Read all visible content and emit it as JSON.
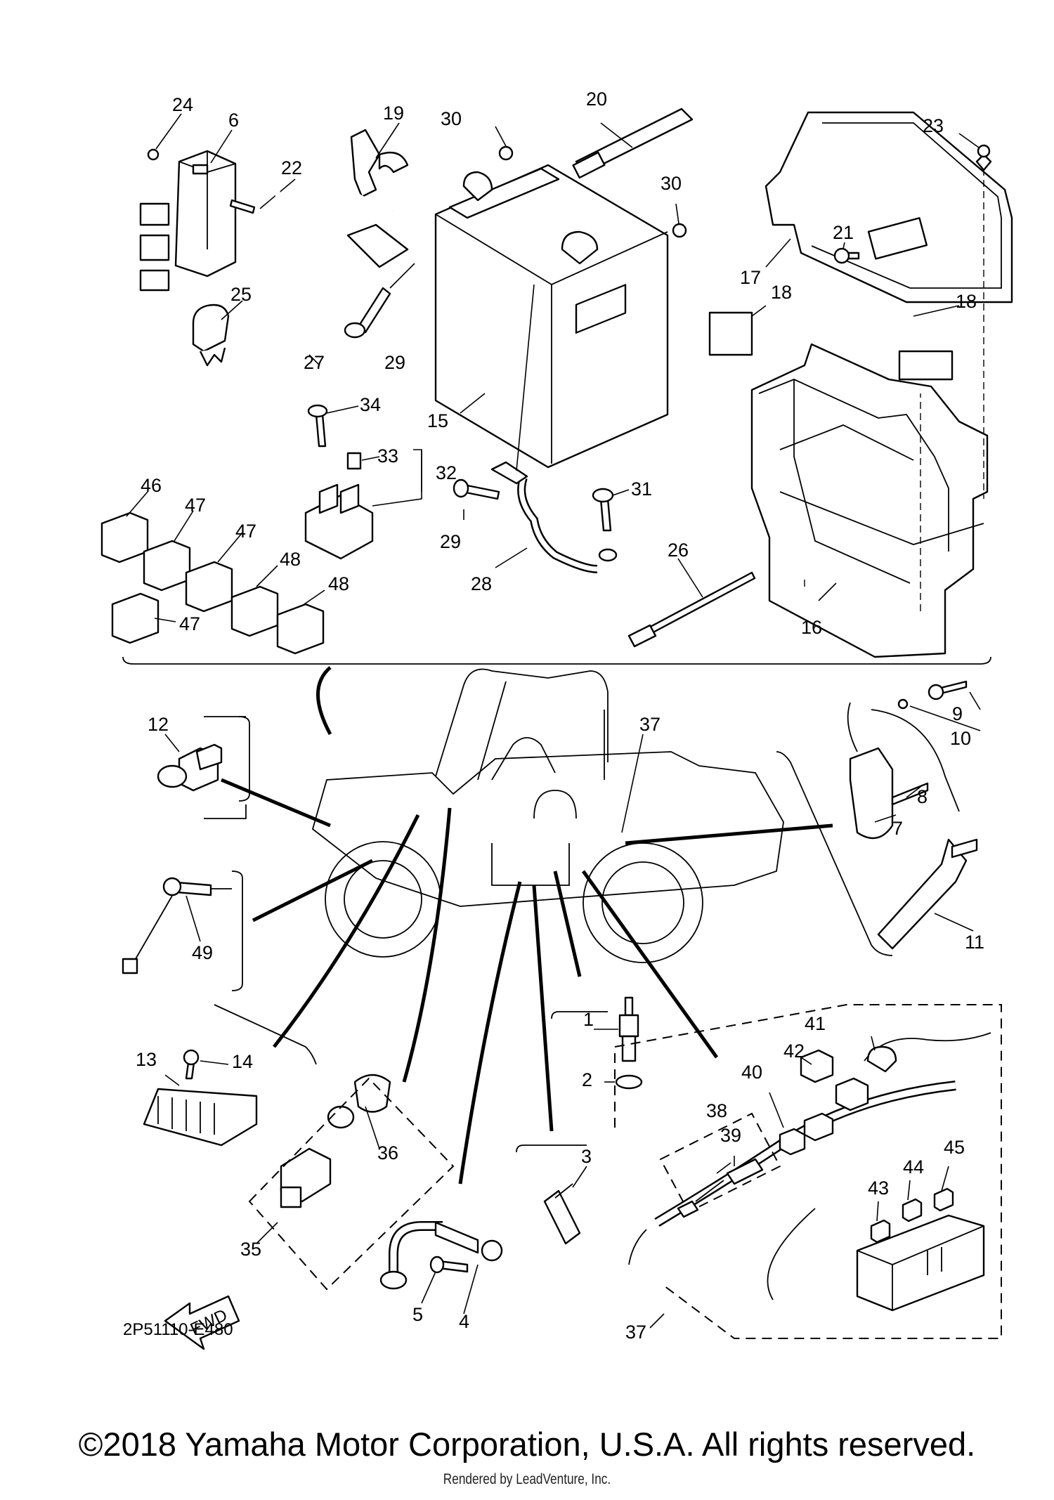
{
  "diagram": {
    "drawing_code": "2P51110-E480",
    "fwd_label": "FWD",
    "callouts": {
      "c1": "1",
      "c2": "2",
      "c3": "3",
      "c4": "4",
      "c5": "5",
      "c6": "6",
      "c7": "7",
      "c8": "8",
      "c9": "9",
      "c10": "10",
      "c11": "11",
      "c12": "12",
      "c13": "13",
      "c14": "14",
      "c15": "15",
      "c16": "16",
      "c17": "17",
      "c18a": "18",
      "c18b": "18",
      "c19": "19",
      "c20": "20",
      "c21": "21",
      "c22": "22",
      "c23": "23",
      "c24": "24",
      "c25": "25",
      "c26": "26",
      "c27": "27",
      "c28": "28",
      "c29a": "29",
      "c29b": "29",
      "c30a": "30",
      "c30b": "30",
      "c31": "31",
      "c32": "32",
      "c33": "33",
      "c34": "34",
      "c35": "35",
      "c36": "36",
      "c37a": "37",
      "c37b": "37",
      "c38": "38",
      "c39": "39",
      "c40": "40",
      "c41": "41",
      "c42": "42",
      "c43": "43",
      "c44": "44",
      "c45": "45",
      "c46": "46",
      "c47a": "47",
      "c47b": "47",
      "c47c": "47",
      "c48a": "48",
      "c48b": "48",
      "c49": "49"
    }
  },
  "footer": {
    "copyright": "©2018 Yamaha Motor Corporation, U.S.A. All rights reserved.",
    "rendered_by": "Rendered by LeadVenture, Inc."
  }
}
